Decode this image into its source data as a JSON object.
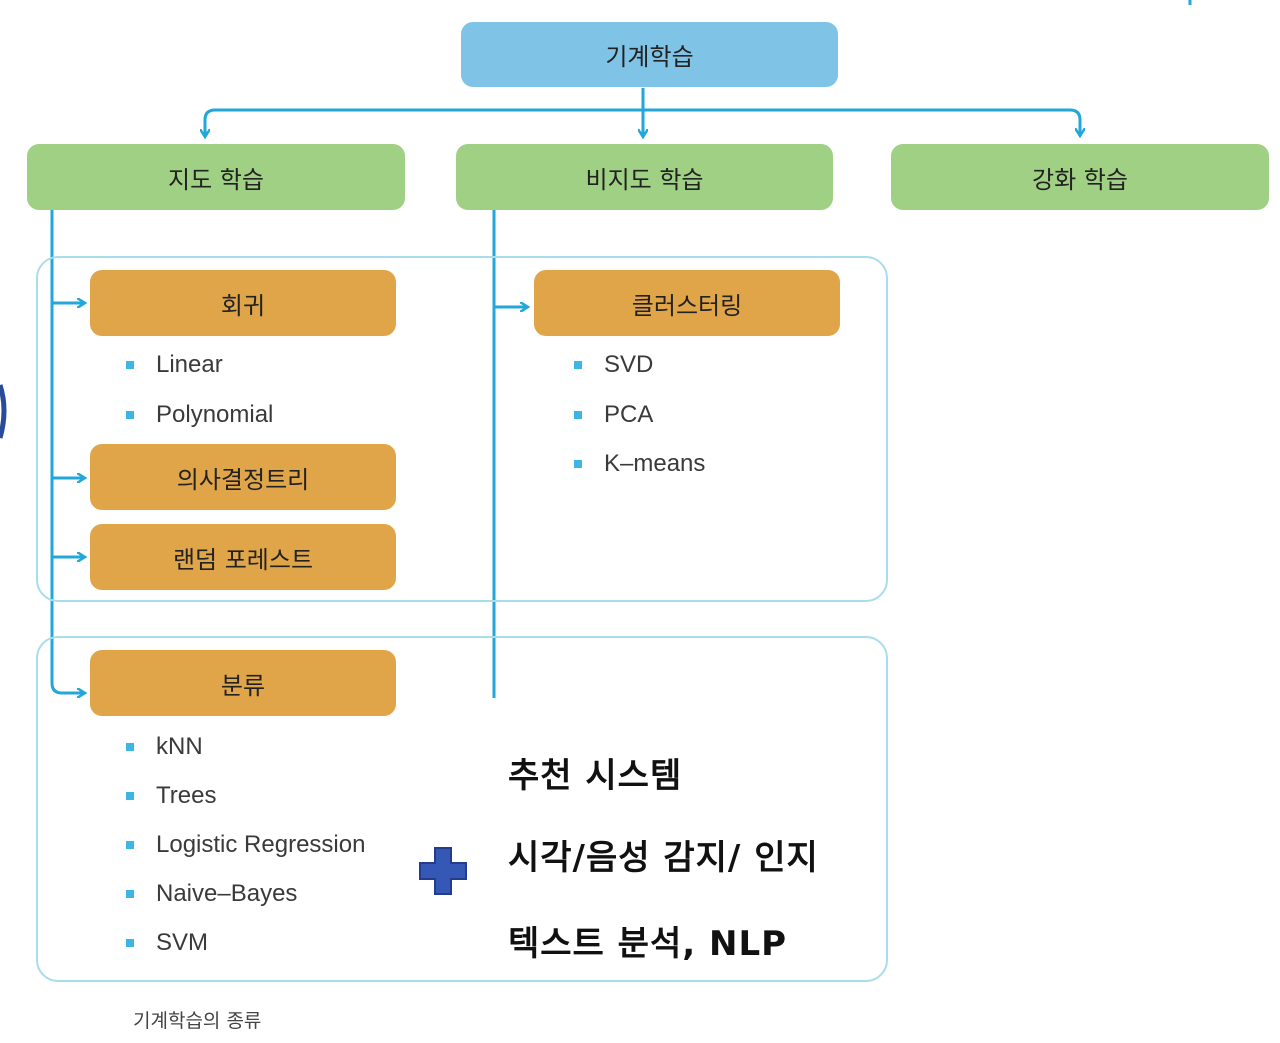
{
  "root": {
    "label": "기계학습"
  },
  "categories": [
    {
      "label": "지도 학습"
    },
    {
      "label": "비지도 학습"
    },
    {
      "label": "강화 학습"
    }
  ],
  "supervised": {
    "regression": {
      "label": "회귀",
      "items": [
        "Linear",
        "Polynomial"
      ]
    },
    "decision_tree": {
      "label": "의사결정트리"
    },
    "random_forest": {
      "label": "랜덤 포레스트"
    },
    "classification": {
      "label": "분류",
      "items": [
        "kNN",
        "Trees",
        "Logistic Regression",
        "Naive–Bayes",
        "SVM"
      ]
    }
  },
  "unsupervised": {
    "clustering": {
      "label": "클러스터링",
      "items": [
        "SVD",
        "PCA",
        "K–means"
      ]
    }
  },
  "applications": [
    "추천 시스템",
    "시각/음성 감지/ 인지",
    "텍스트 분석, NLP"
  ],
  "caption": "기계학습의 종류",
  "colors": {
    "root": "#7fc4e6",
    "category": "#9fd083",
    "algorithm": "#e0a549",
    "connector": "#22a7d8",
    "group_border": "#a9dcec",
    "plus": "#3557b5"
  },
  "icons": {
    "plus": "plus-icon"
  }
}
